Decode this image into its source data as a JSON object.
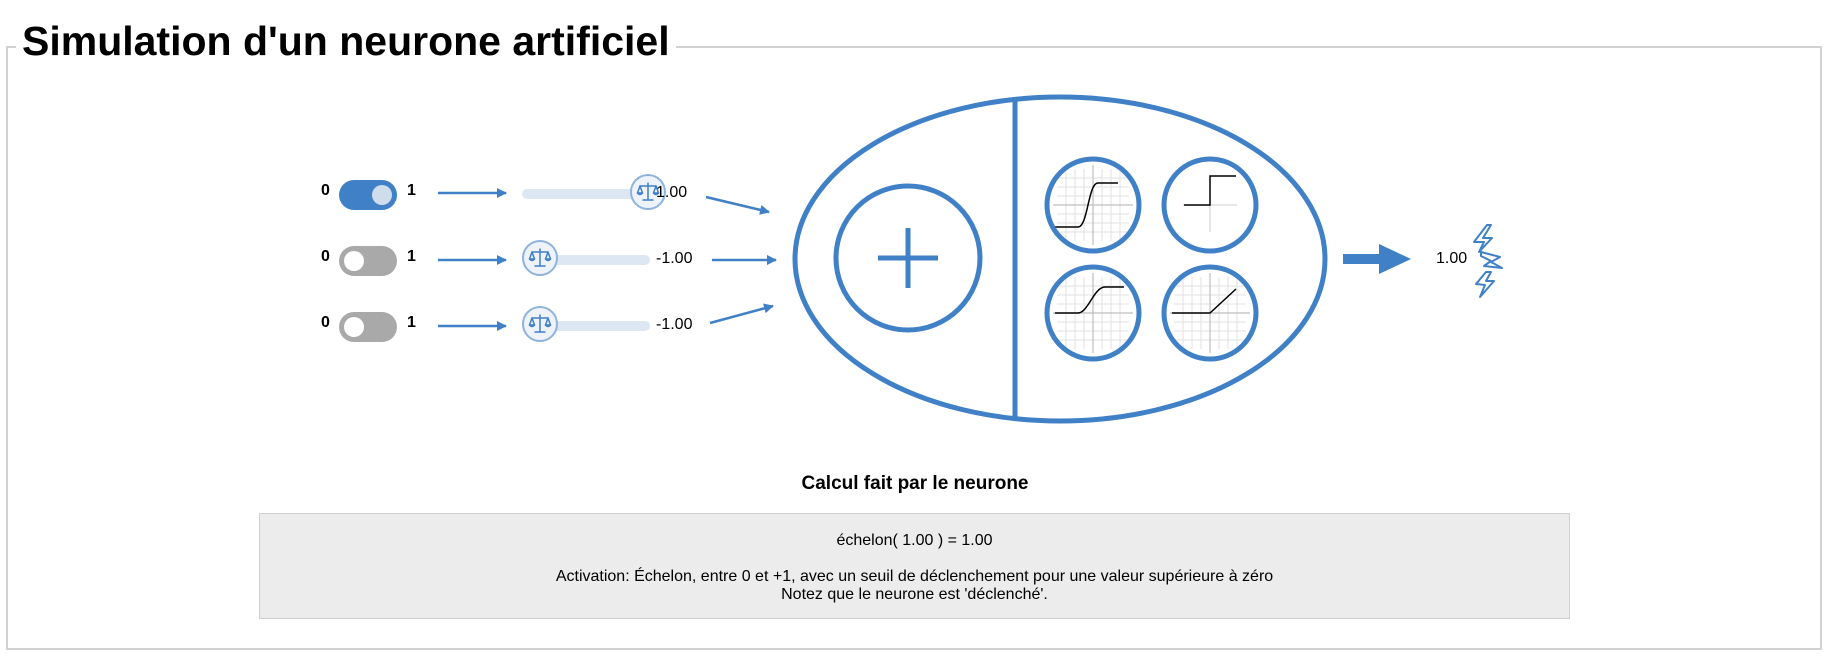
{
  "title": "Simulation d'un neurone artificiel",
  "inputs": [
    {
      "low": "0",
      "high": "1",
      "on": true,
      "weight": 1.0,
      "weight_label": "1.00"
    },
    {
      "low": "0",
      "high": "1",
      "on": false,
      "weight": -1.0,
      "weight_label": "-1.00"
    },
    {
      "low": "0",
      "high": "1",
      "on": false,
      "weight": -1.0,
      "weight_label": "-1.00"
    }
  ],
  "weight_range": [
    -1,
    1
  ],
  "icons": {
    "weight_thumb": "scale-icon",
    "sum": "plus-icon",
    "activations": [
      "sigmoid-icon",
      "step-icon",
      "smooth-ramp-icon",
      "linear-ramp-icon"
    ],
    "output": "lightning-icon"
  },
  "output_value": "1.00",
  "calculation": {
    "title": "Calcul fait par le neurone",
    "formula": "échelon( 1.00 ) = 1.00",
    "description": "Activation: Échelon, entre 0 et +1, avec un seuil de déclenchement pour une valeur supérieure à zéro",
    "note": "Notez que le neurone est 'déclenché'."
  },
  "colors": {
    "accent": "#3f80c6",
    "toggle_off": "#a9a9a9",
    "panel": "#ececec"
  }
}
